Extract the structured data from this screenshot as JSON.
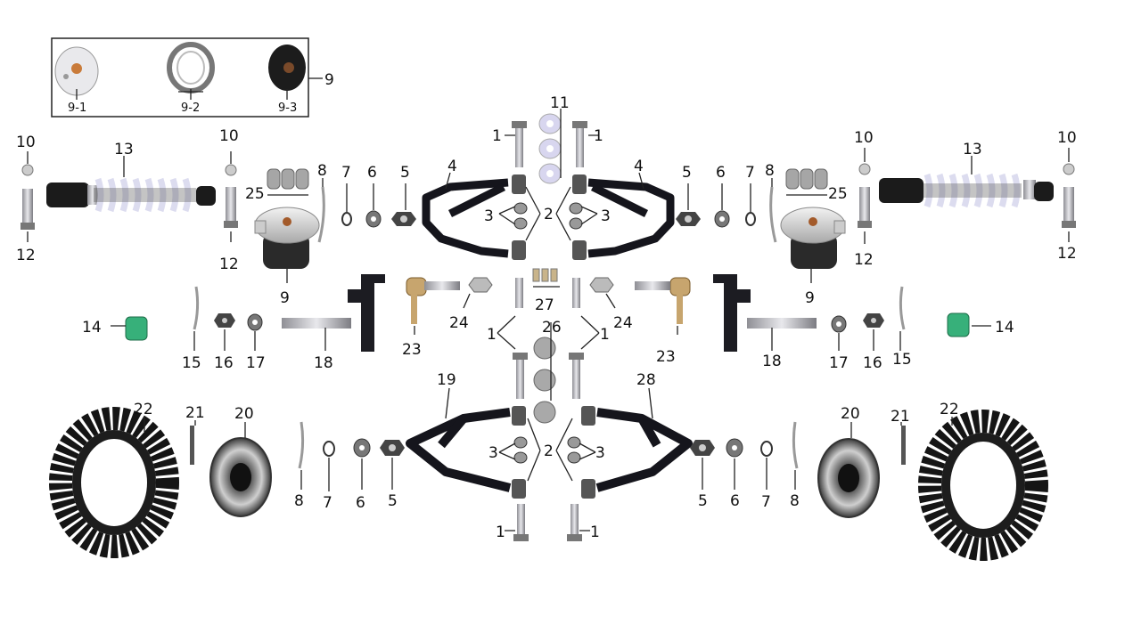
{
  "labels": {
    "n1": "1",
    "n2": "2",
    "n3": "3",
    "n4": "4",
    "n5": "5",
    "n6": "6",
    "n7": "7",
    "n8": "8",
    "n9": "9",
    "n10": "10",
    "n11": "11",
    "n12": "12",
    "n13": "13",
    "n14": "14",
    "n15": "15",
    "n16": "16",
    "n17": "17",
    "n18": "18",
    "n19": "19",
    "n20": "20",
    "n21": "21",
    "n22": "22",
    "n23": "23",
    "n24": "24",
    "n25": "25",
    "n26": "26",
    "n27": "27",
    "n28": "28",
    "n9_1": "9-1",
    "n9_2": "9-2",
    "n9_3": "9-3"
  },
  "colors": {
    "ink": "#111111",
    "arm": "#15151c",
    "spring": "#dcdcef",
    "metal": "#b9b9bd",
    "green": "#37b07a",
    "washer_lav": "#d8d6ef"
  }
}
